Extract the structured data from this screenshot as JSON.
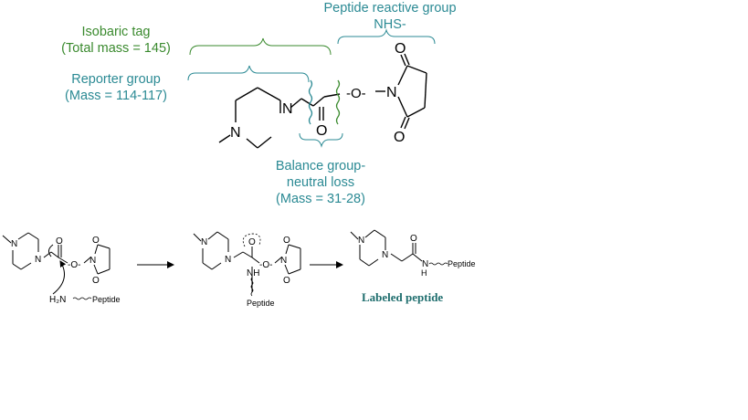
{
  "labels": {
    "isobaric_tag_title": "Isobaric tag",
    "isobaric_tag_mass": "(Total mass = 145)",
    "reporter_title": "Reporter group",
    "reporter_mass": "(Mass = 114-117)",
    "reactive_title": "Peptide reactive group",
    "reactive_sub": "NHS-",
    "balance_line1": "Balance group-",
    "balance_line2": "neutral loss",
    "balance_mass": "(Mass = 31-28)",
    "labeled_peptide": "Labeled  peptide"
  },
  "atoms": {
    "n": "N",
    "o": "O",
    "h": "H",
    "h2n": "H₂N",
    "nh": "NH",
    "o_dash": "-O-",
    "peptide": "Peptide"
  },
  "colors": {
    "green": "#3a8a2e",
    "teal": "#2b8a94",
    "labeled": "#1f6e6e"
  }
}
